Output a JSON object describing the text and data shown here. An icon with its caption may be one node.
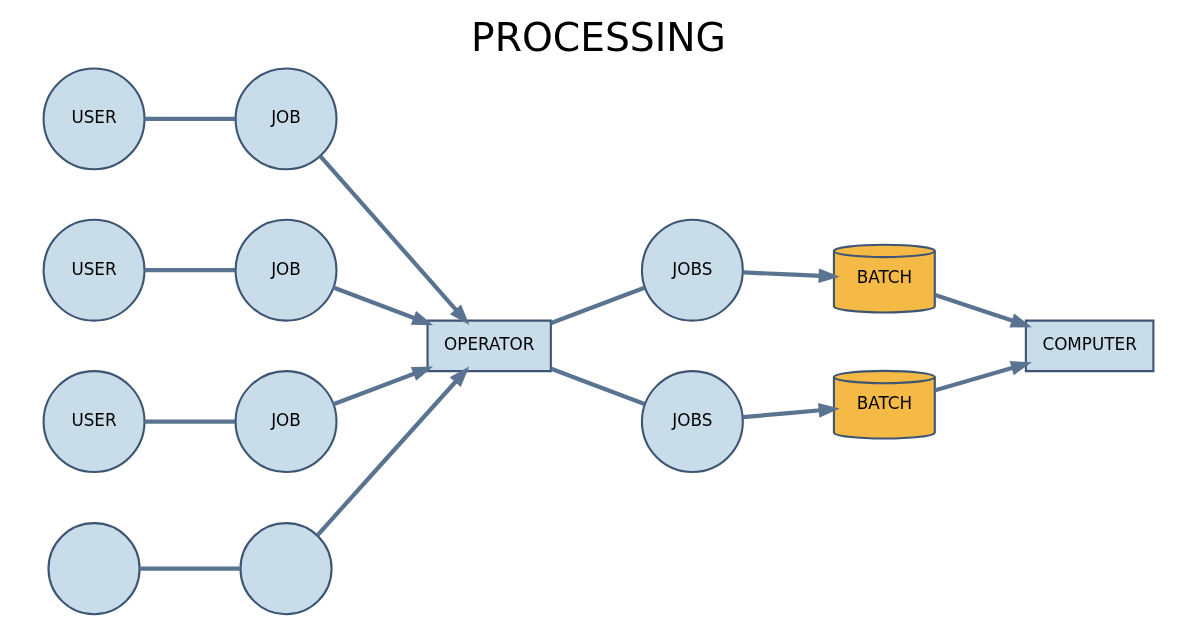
{
  "diagram": {
    "title": "PROCESSING",
    "nodes": [
      {
        "text": [
          "USER"
        ]
      },
      {
        "text": [
          "JOB"
        ]
      },
      {
        "text": [
          "USER"
        ]
      },
      {
        "text": [
          "JOB"
        ]
      },
      {
        "text": [
          "USER"
        ]
      },
      {
        "text": [
          "JOB"
        ]
      },
      {
        "text": [],
        "shape": "circle"
      },
      {
        "text": [],
        "shape": "circle"
      },
      {
        "text": [
          "OPERATOR"
        ]
      },
      {
        "text": [
          "JOBS"
        ]
      },
      {
        "text": [
          "BATCH"
        ]
      },
      {
        "text": [
          "JOBS"
        ]
      },
      {
        "text": [
          "BATCH"
        ]
      },
      {
        "text": [
          "COMPUTER"
        ]
      }
    ],
    "edges": [
      {
        "from": 0,
        "to": 1,
        "arrow": "none"
      },
      {
        "from": 1,
        "to": 8,
        "arrow": "to"
      },
      {
        "from": 2,
        "to": 3,
        "arrow": "none"
      },
      {
        "from": 3,
        "to": 8,
        "arrow": "to"
      },
      {
        "from": 4,
        "to": 5,
        "arrow": "none"
      },
      {
        "from": 5,
        "to": 8,
        "arrow": "to"
      },
      {
        "from": 6,
        "to": 7,
        "arrow": "none"
      },
      {
        "from": 7,
        "to": 8,
        "arrow": "to"
      },
      {
        "from": 8,
        "to": 9,
        "arrow": "none"
      },
      {
        "from": 9,
        "to": 10,
        "arrow": "to"
      },
      {
        "from": 10,
        "to": 13,
        "arrow": "to"
      },
      {
        "from": 8,
        "to": 11,
        "arrow": "none"
      },
      {
        "from": 11,
        "to": 12,
        "arrow": "to"
      },
      {
        "from": 12,
        "to": 13,
        "arrow": "to"
      }
    ]
  }
}
